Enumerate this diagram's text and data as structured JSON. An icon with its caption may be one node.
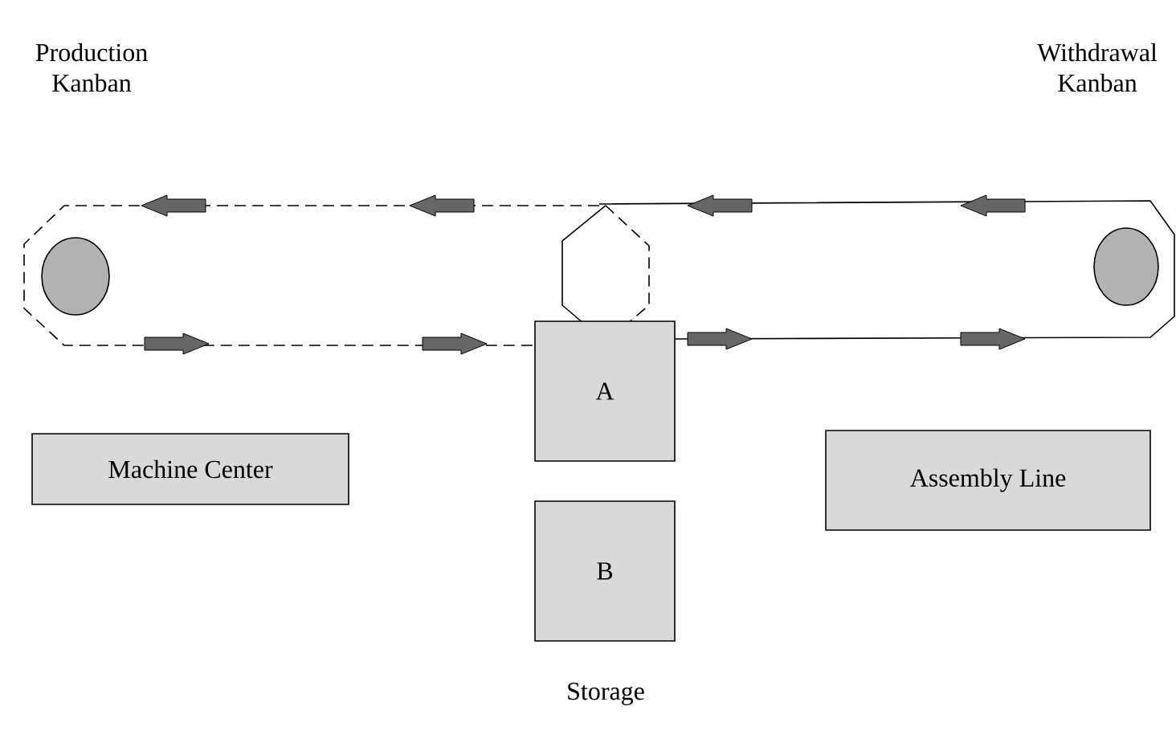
{
  "diagram": {
    "nodes": [
      {
        "text": [
          "Machine Center"
        ]
      },
      {
        "text": [
          "A"
        ]
      },
      {
        "text": [
          "B"
        ]
      },
      {
        "text": [
          "Assembly Line"
        ]
      },
      {
        "text": [],
        "shape": "circle"
      },
      {
        "text": [],
        "shape": "circle"
      }
    ],
    "labels": [
      "Production Kanban",
      "Withdrawal Kanban",
      "Storage"
    ]
  }
}
